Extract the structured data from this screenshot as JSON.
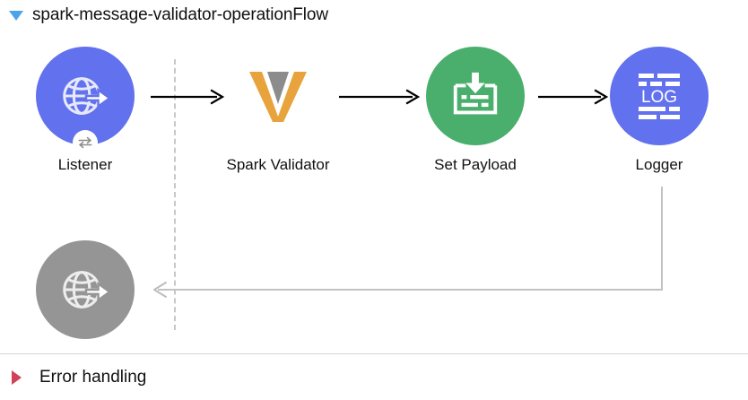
{
  "flow": {
    "title": "spark-message-validator-operationFlow",
    "toggle_icon": "triangle-down-icon",
    "toggle_color": "#4ba3ec"
  },
  "nodes": [
    {
      "id": "listener",
      "label": "Listener",
      "icon": "globe-arrow-icon",
      "color": "#6271ee",
      "badge_icon": "bidirectional-arrow-icon",
      "badge_color": "#8a8a8a"
    },
    {
      "id": "validator",
      "label": "Spark Validator",
      "icon": "veeva-v-logo-icon",
      "color": "#e8a33d",
      "accent_color": "#8c8c8c"
    },
    {
      "id": "payload",
      "label": "Set Payload",
      "icon": "set-payload-icon",
      "color": "#4aaf6c"
    },
    {
      "id": "logger",
      "label": "Logger",
      "icon": "log-icon",
      "color": "#6271ee",
      "icon_text": "LOG"
    },
    {
      "id": "response",
      "label": "",
      "icon": "globe-arrow-icon",
      "color": "#959595"
    }
  ],
  "connectors": [
    {
      "id": "listener-to-validator",
      "color": "#000000",
      "direction": "right"
    },
    {
      "id": "validator-to-payload",
      "color": "#000000",
      "direction": "right"
    },
    {
      "id": "payload-to-logger",
      "color": "#000000",
      "direction": "right"
    },
    {
      "id": "logger-to-response",
      "color": "#bfbfbf",
      "direction": "left"
    }
  ],
  "divider": {
    "style": "dashed",
    "color": "#c8c8c8"
  },
  "error_section": {
    "title": "Error handling",
    "toggle_icon": "triangle-right-icon",
    "toggle_color": "#cf4257"
  }
}
